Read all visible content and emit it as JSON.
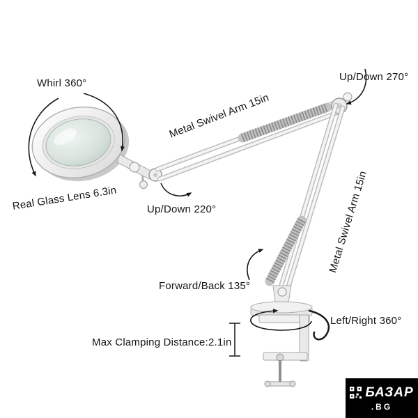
{
  "scene": {
    "description": "White magnifying desk lamp with articulated metal swivel arms, coil springs and a table clamp, annotated with motion ranges and dimensions"
  },
  "labels": {
    "whirl": "Whirl 360°",
    "up_down_270": "Up/Down 270°",
    "metal_arm_upper": "Metal Swivel Arm 15in",
    "up_down_220": "Up/Down 220°",
    "real_glass_lens": "Real Glass Lens 6.3in",
    "metal_arm_right": "Metal Swivel Arm 15in",
    "forward_back": "Forward/Back 135°",
    "left_right": "Left/Right 360°",
    "max_clamping": "Max Clamping Distance:2.1in"
  },
  "watermark": {
    "line1": "БАЗАР",
    "line2": ".BG"
  },
  "icons": {
    "rotation_annotations": "curved-arrow-icon",
    "distance_annotation": "i-beam-measure-icon",
    "watermark_logo": "qr-code-icon"
  },
  "colors": {
    "background": "#ffffff",
    "annotation_text": "#141414",
    "lamp_white": "#f3f3f3",
    "lamp_outline": "#a8a8a8",
    "spring_gray": "#8d8d8d",
    "lens_glass": "#d7e1da",
    "cable_black": "#1a1a1a",
    "watermark_bg": "#000000",
    "watermark_fg": "#ffffff"
  }
}
